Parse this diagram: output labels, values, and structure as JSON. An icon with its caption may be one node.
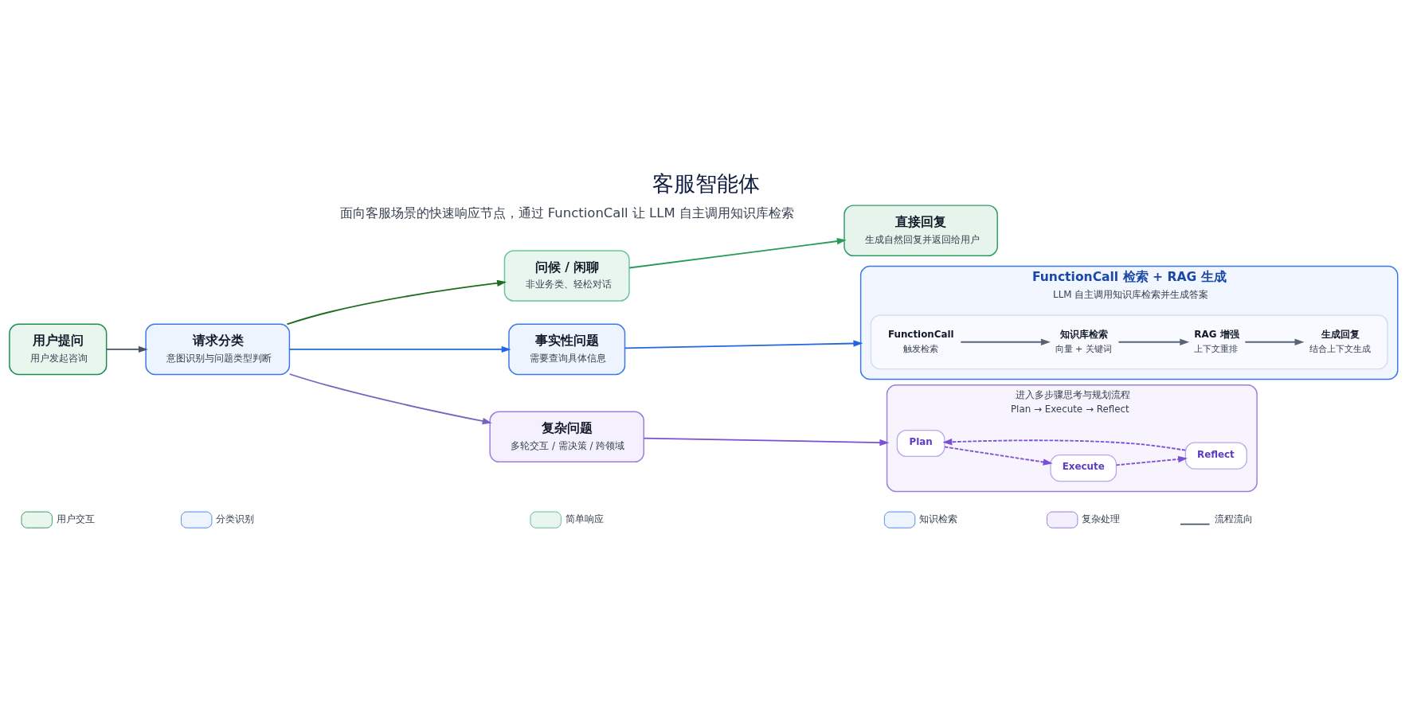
{
  "diagram": {
    "title": "客服智能体",
    "nodes": [
      {
        "text": [
          "用户提问",
          "用户发起咨询"
        ]
      },
      {
        "text": [
          "请求分类",
          "意图识别与问题类型判断"
        ]
      },
      {
        "text": [
          "问候 / 闲聊",
          "非业务类、轻松对话"
        ]
      },
      {
        "text": [
          "直接回复",
          "生成自然回复并返回给用户"
        ]
      },
      {
        "text": [
          "事实性问题",
          "需要查询具体信息"
        ]
      },
      {
        "text": [
          "FunctionCall 检索 + RAG 生成",
          "LLM 自主调用知识库检索并生成答案"
        ]
      },
      {
        "text": [],
        "shape": "box",
        "in": 5
      },
      {
        "text": [
          "FunctionCall",
          "触发检索"
        ],
        "in": 6
      },
      {
        "text": [
          "知识库检索",
          "向量 + 关键词"
        ],
        "in": 6
      },
      {
        "text": [
          "RAG 增强",
          "上下文重排"
        ],
        "in": 6
      },
      {
        "text": [
          "生成回复",
          "结合上下文生成"
        ],
        "in": 6
      },
      {
        "text": [
          "复杂问题",
          "多轮交互 / 需决策 / 跨领域"
        ]
      },
      {
        "text": [
          "进入多步骤思考与规划流程",
          "Plan → Execute → Reflect"
        ]
      },
      {
        "text": [
          "Plan"
        ],
        "in": 12
      },
      {
        "text": [
          "Execute"
        ],
        "in": 12
      },
      {
        "text": [
          "Reflect"
        ],
        "in": 12
      }
    ],
    "edges": [
      {
        "from": 0,
        "to": 1,
        "arrow": "to",
        "color": "#4a5468"
      },
      {
        "from": 1,
        "to": 2,
        "arrow": "to",
        "color": "#1e6e1e"
      },
      {
        "from": 1,
        "to": 4,
        "arrow": "to",
        "color": "#2466e0"
      },
      {
        "from": 1,
        "to": 11,
        "arrow": "to",
        "color": "#7b62c0"
      },
      {
        "from": 2,
        "to": 3,
        "arrow": "to",
        "color": "#2a9a5a"
      },
      {
        "from": 4,
        "to": 5,
        "arrow": "to",
        "color": "#2466e0"
      },
      {
        "from": 7,
        "to": 8,
        "arrow": "to",
        "color": "#5a6478"
      },
      {
        "from": 8,
        "to": 9,
        "arrow": "to",
        "color": "#5a6478"
      },
      {
        "from": 9,
        "to": 10,
        "arrow": "to",
        "color": "#5a6478"
      },
      {
        "from": 11,
        "to": 12,
        "arrow": "to",
        "color": "#7b4fd6"
      },
      {
        "from": 13,
        "to": 14,
        "arrow": "to",
        "style": "dashed",
        "color": "#7b4fd6"
      },
      {
        "from": 14,
        "to": 15,
        "arrow": "to",
        "style": "dashed",
        "color": "#7b4fd6"
      },
      {
        "from": 15,
        "to": 13,
        "arrow": "to",
        "style": "dashed",
        "color": "#7b4fd6"
      }
    ],
    "labels": [
      "面向客服场景的快速响应节点，通过 FunctionCall 让 LLM 自主调用知识库检索"
    ],
    "legend": [
      {
        "text": "用户交互",
        "color": "#e9f6ee"
      },
      {
        "text": "分类识别",
        "color": "#eef4fe"
      },
      {
        "text": "简单响应",
        "color": "#e8f6ef"
      },
      {
        "text": "知识检索",
        "color": "#eef4fe"
      },
      {
        "text": "复杂处理",
        "color": "#f3effd"
      },
      {
        "text": "流程流向"
      }
    ]
  }
}
